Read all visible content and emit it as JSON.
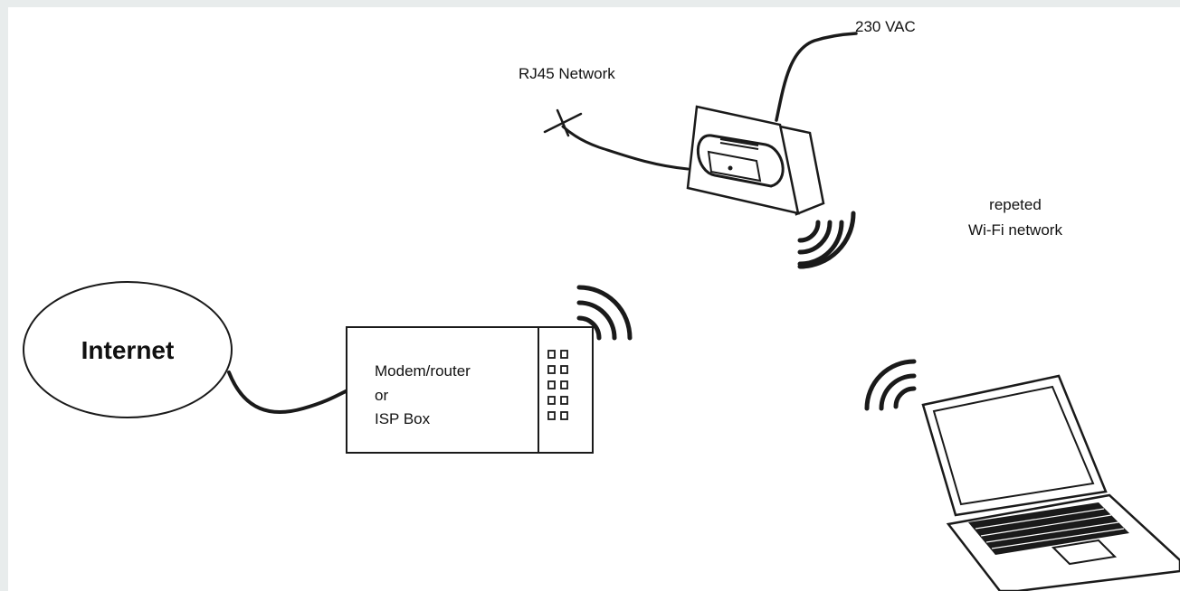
{
  "diagram": {
    "internet_label": "Internet",
    "modem_lines": [
      "Modem/router",
      "or",
      "ISP Box"
    ],
    "repeater_power_label": "230 VAC",
    "repeater_network_label": "RJ45 Network",
    "wifi_label_lines": [
      "repeted",
      "Wi-Fi network"
    ]
  },
  "colors": {
    "line": "#1a1a1a",
    "border_strip": "#e8ecec"
  },
  "icons": [
    "wifi-waves-icon",
    "led-grid-icon",
    "repeater-device-icon",
    "laptop-icon",
    "cable-cut-icon"
  ]
}
